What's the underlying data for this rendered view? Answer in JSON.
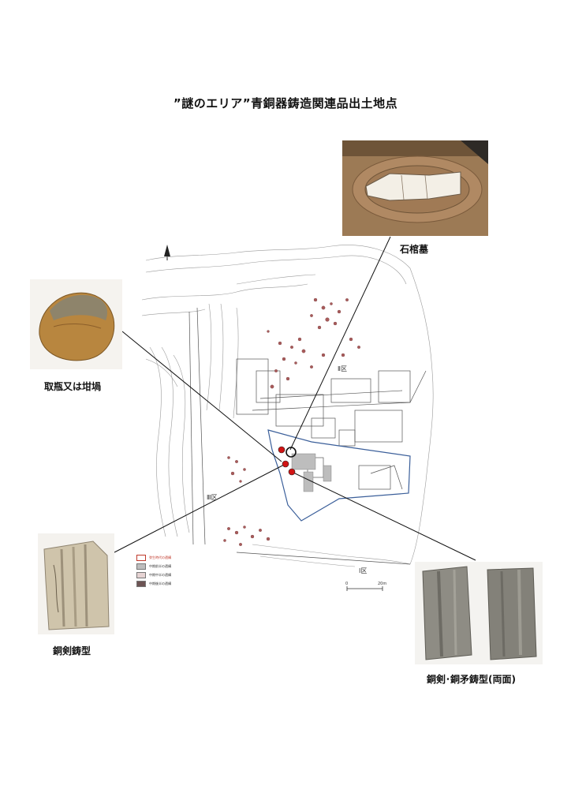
{
  "title": "”謎のエリア”青銅器鋳造関連品出土地点",
  "photos": {
    "stone_coffin": {
      "caption": "石棺墓"
    },
    "crucible": {
      "caption": "取瓶又は坩堝"
    },
    "sword_mold": {
      "caption": "銅剣鋳型"
    },
    "spear_mold": {
      "caption": "銅剣･銅矛鋳型(両面)"
    }
  },
  "map": {
    "north_arrow": "north-arrow-icon",
    "zone_labels": {
      "zone_2": "Ⅱ区",
      "zone_3": "Ⅲ区",
      "zone_1": "Ⅰ区"
    },
    "legend": [
      {
        "label": "弥生時代の遺構",
        "color": "#ffffff",
        "border": "#c0392b"
      },
      {
        "label": "中期前半の遺構",
        "color": "#bdbdbd",
        "border": "#777"
      },
      {
        "label": "中期中半の遺構",
        "color": "#e6d3d3",
        "border": "#777"
      },
      {
        "label": "中期後半の遺構",
        "color": "#6d5454",
        "border": "#777"
      }
    ],
    "scale": {
      "start": "0",
      "end": "20m"
    },
    "colors": {
      "area_outline": "#3b5f9a",
      "find_marker": "#d11414",
      "features_red": "#a85a5a"
    }
  }
}
